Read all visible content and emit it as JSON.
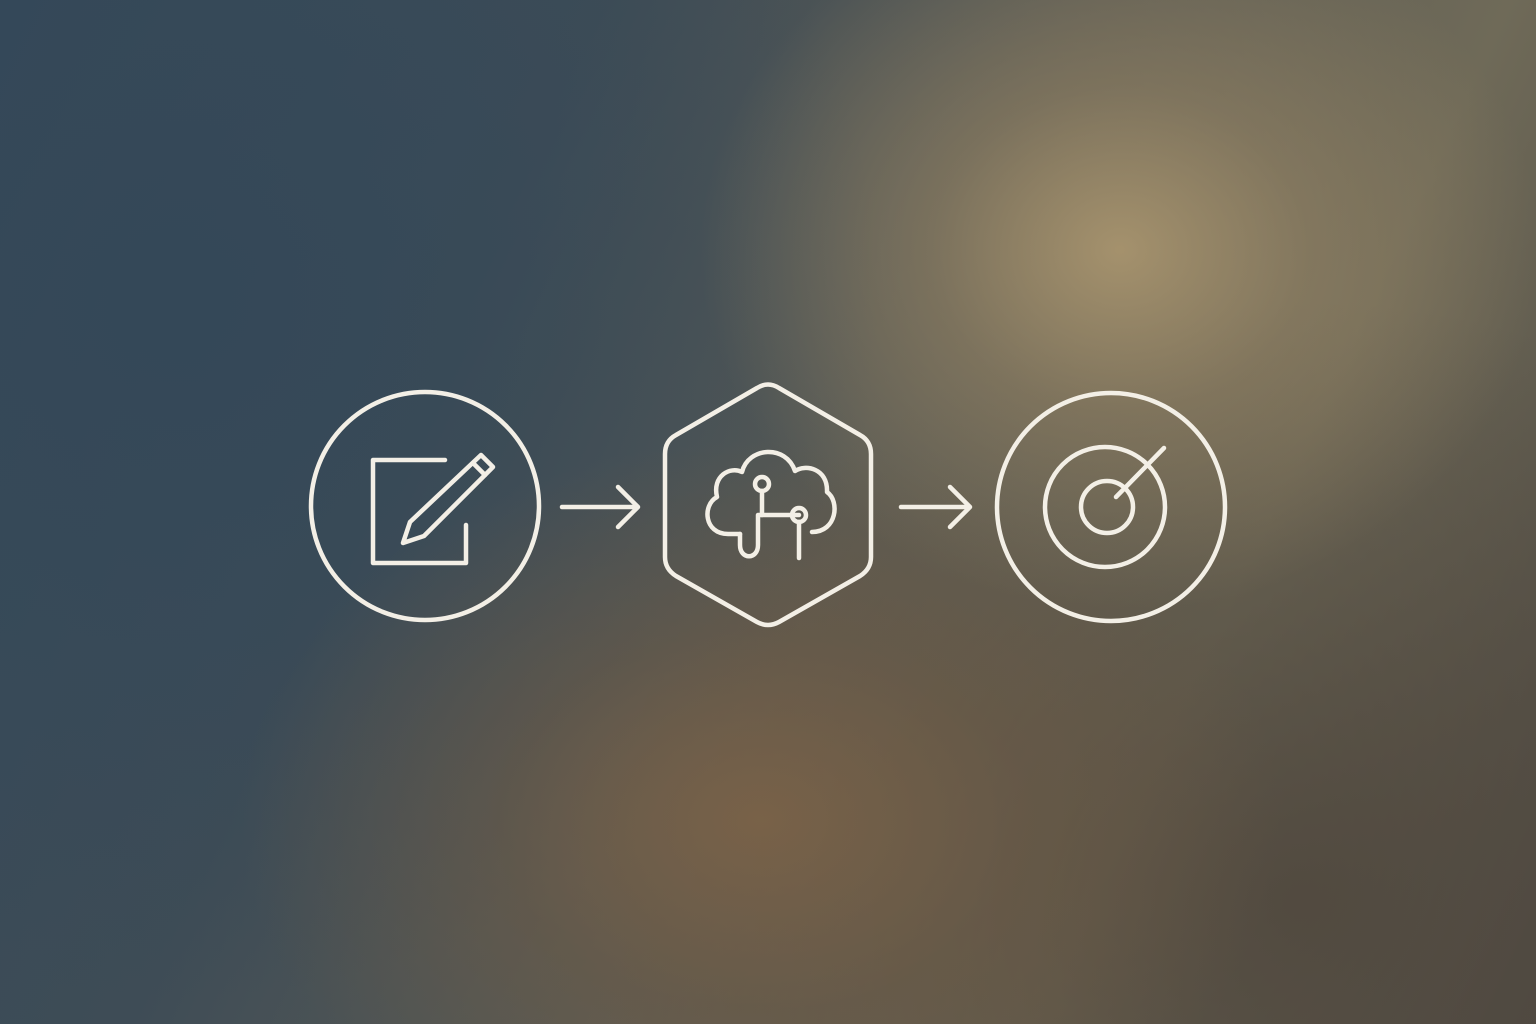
{
  "diagram": {
    "nodes": [
      {
        "id": "edit",
        "shape": "circle",
        "icon": "edit-icon"
      },
      {
        "id": "cloud",
        "shape": "hexagon",
        "icon": "cloud-network-icon"
      },
      {
        "id": "target",
        "shape": "circle",
        "icon": "target-icon"
      }
    ],
    "edges": [
      {
        "from": "edit",
        "to": "cloud"
      },
      {
        "from": "cloud",
        "to": "target"
      }
    ],
    "colors": {
      "stroke": "#f3efe6",
      "background_dark": "#35495a",
      "background_warm": "#a8946e"
    }
  }
}
